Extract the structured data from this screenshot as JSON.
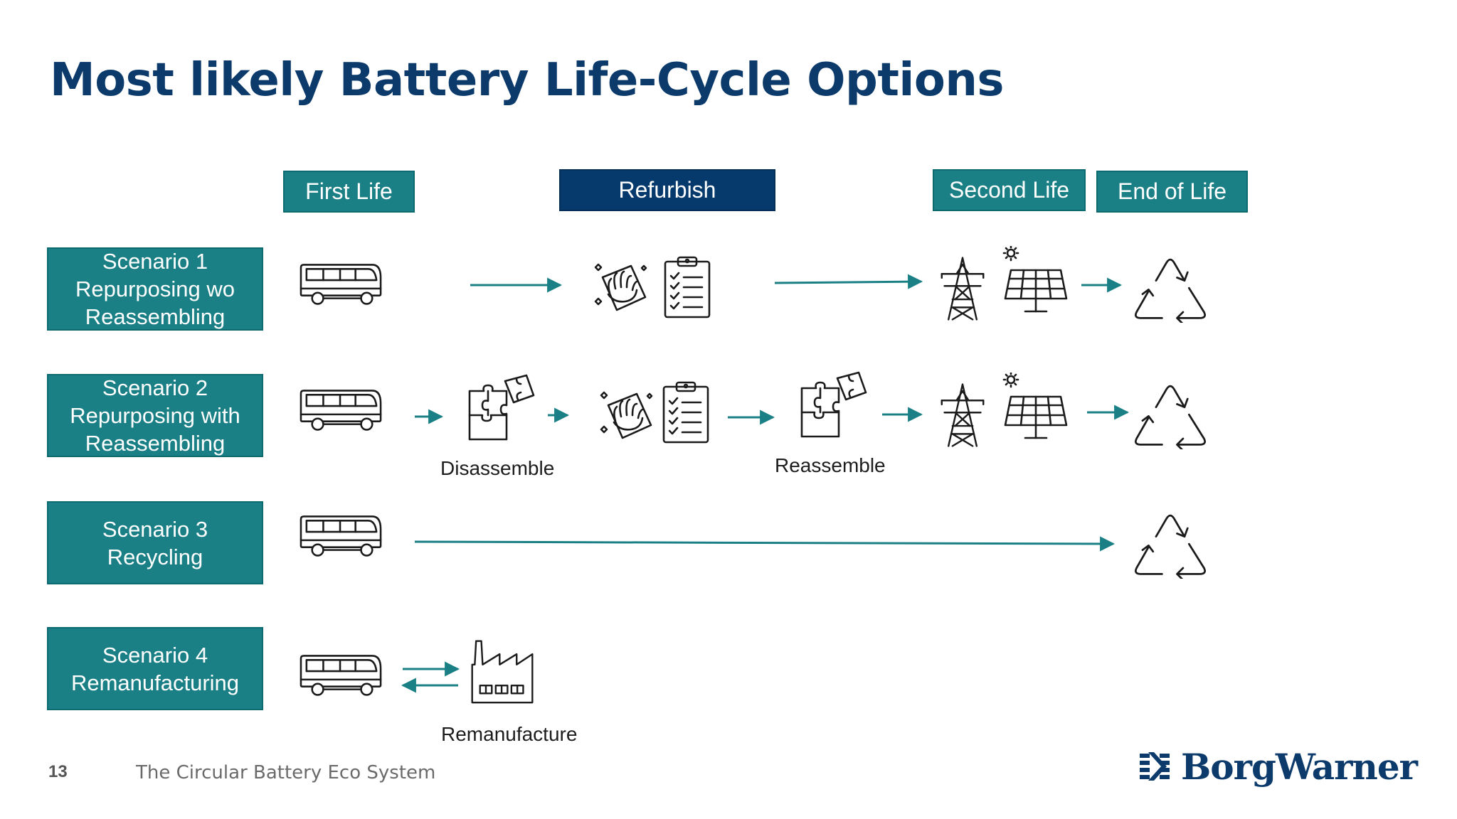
{
  "slide": {
    "title": "Most likely Battery Life-Cycle Options",
    "page_number": "13",
    "footer_text": "The Circular Battery Eco System",
    "brand": "BorgWarner"
  },
  "phases": {
    "first_life": "First Life",
    "refurbish": "Refurbish",
    "second_life": "Second Life",
    "end_of_life": "End of Life"
  },
  "scenarios": [
    {
      "lines": [
        "Scenario 1",
        "Repurposing wo",
        "Reassembling"
      ]
    },
    {
      "lines": [
        "Scenario 2",
        "Repurposing with",
        "Reassembling"
      ]
    },
    {
      "lines": [
        "Scenario 3",
        "Recycling"
      ]
    },
    {
      "lines": [
        "Scenario 4",
        "Remanufacturing"
      ]
    }
  ],
  "captions": {
    "disassemble": "Disassemble",
    "reassemble": "Reassemble",
    "remanufacture": "Remanufacture"
  },
  "colors": {
    "teal": "#1a8085",
    "navy": "#073a6c",
    "arrow": "#1a8085",
    "title": "#0b3a6b"
  },
  "icons": [
    "bus-icon",
    "cleaning-hand-icon",
    "checklist-icon",
    "power-tower-icon",
    "solar-panel-icon",
    "recycle-icon",
    "puzzle-icon",
    "factory-icon"
  ]
}
